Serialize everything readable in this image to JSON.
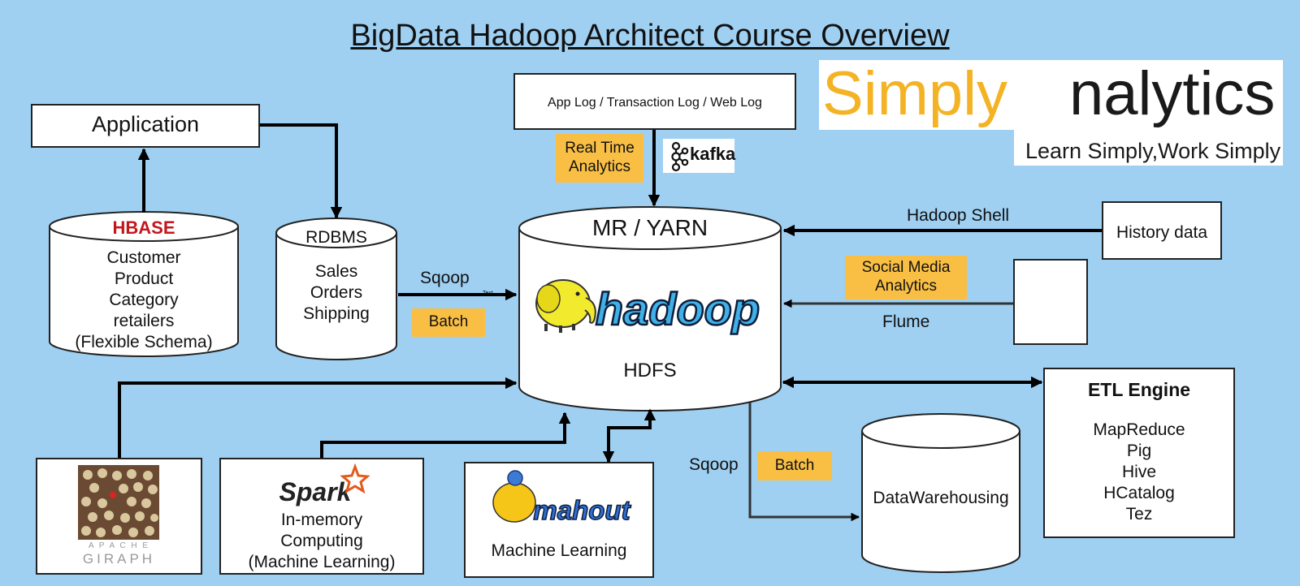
{
  "title": "BigData Hadoop Architect Course Overview",
  "logo": {
    "brand_part1": "Simply",
    "brand_part2": "nalytics",
    "tagline": "Learn Simply,Work Simply"
  },
  "application": {
    "label": "Application"
  },
  "hbase": {
    "logo_text": "HBASE",
    "lines": [
      "Customer",
      "Product",
      "Category",
      "retailers",
      "(Flexible Schema)"
    ]
  },
  "rdbms": {
    "title": "RDBMS",
    "lines": [
      "Sales",
      "Orders",
      "Shipping"
    ]
  },
  "sqoop_in": {
    "label": "Sqoop",
    "tag": "Batch",
    "tiny_text": "Text"
  },
  "applog": {
    "label": "App Log / Transaction Log / Web Log"
  },
  "realtime": {
    "line1": "Real Time",
    "line2": "Analytics"
  },
  "kafka": {
    "label": "kafka"
  },
  "core": {
    "top": "MR / YARN",
    "hadoop_text": "hadoop",
    "bottom": "HDFS"
  },
  "history": {
    "label": "History data",
    "edge": "Hadoop Shell"
  },
  "social": {
    "line1": "Social Media",
    "line2": "Analytics",
    "edge": "Flume"
  },
  "etl": {
    "title": "ETL Engine",
    "items": [
      "MapReduce",
      "Pig",
      "Hive",
      "HCatalog",
      "Tez"
    ]
  },
  "sqoop_out": {
    "label": "Sqoop",
    "tag": "Batch"
  },
  "dw": {
    "label": "DataWarehousing"
  },
  "giraph": {
    "line1": "A P A C H E",
    "line2": "GIRAPH"
  },
  "spark": {
    "logo_text": "Spark",
    "lines": [
      "In-memory",
      "Computing",
      "(Machine Learning)"
    ]
  },
  "mahout": {
    "logo_text": "mahout",
    "label": "Machine Learning"
  },
  "colors": {
    "background": "#9fd0f2",
    "tag": "#f9bf45",
    "simply": "#f4b324",
    "hbase": "#c4161c",
    "hadoop_blue": "#3fb0e8",
    "facebook": "#3b5998",
    "twitter": "#1da1f2",
    "spark_orange": "#e25a1c"
  }
}
